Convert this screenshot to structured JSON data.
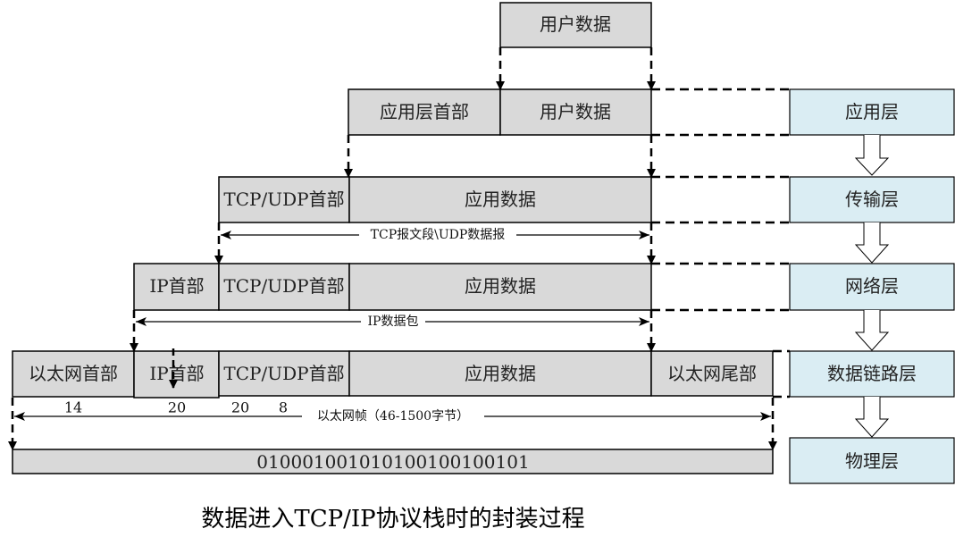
{
  "title": "数据进入TCP/IP协议栈时的封装过程",
  "colors": {
    "cell_fill": "#d9d9d9",
    "layer_fill": "#daedf3",
    "stroke": "#000000"
  },
  "rows": [
    {
      "cells": [
        "用户数据"
      ]
    },
    {
      "cells": [
        "应用层首部",
        "用户数据"
      ]
    },
    {
      "cells": [
        "TCP/UDP首部",
        "应用数据"
      ]
    },
    {
      "cells": [
        "IP首部",
        "TCP/UDP首部",
        "应用数据"
      ]
    },
    {
      "cells": [
        "以太网首部",
        "IP首部",
        "TCP/UDP首部",
        "应用数据",
        "以太网尾部"
      ]
    }
  ],
  "bitstream": "010001001010100100100101",
  "span_labels": {
    "tcp_segment": "TCP报文段\\UDP数据报",
    "ip_packet": "IP数据包",
    "ethernet_frame": "以太网帧（46-1500字节）"
  },
  "header_sizes": [
    "14",
    "20",
    "20",
    "8"
  ],
  "layers": [
    "应用层",
    "传输层",
    "网络层",
    "数据链路层",
    "物理层"
  ]
}
